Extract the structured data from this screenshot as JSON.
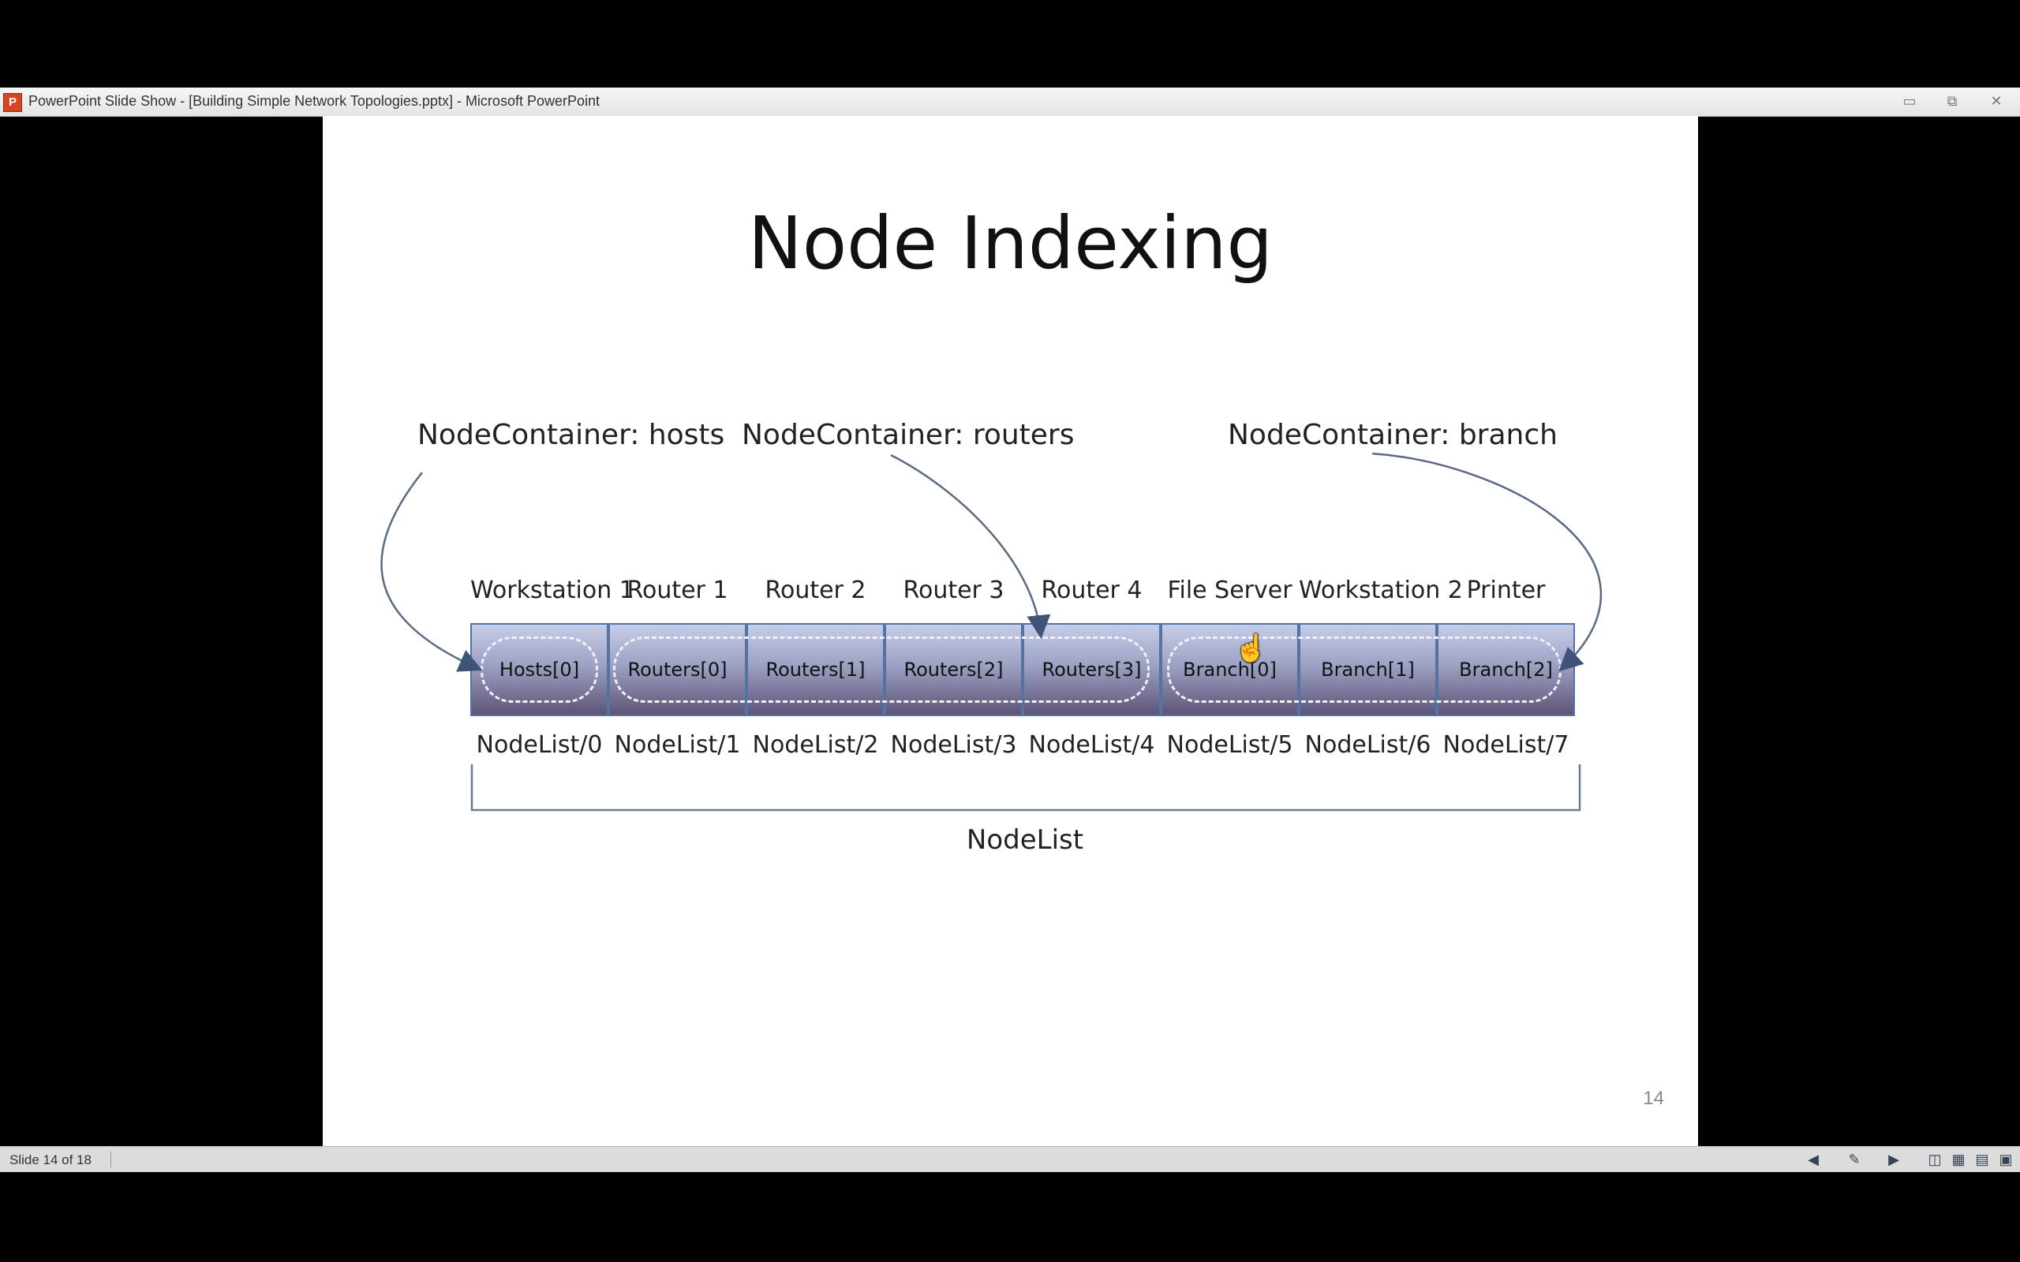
{
  "window": {
    "app_icon": "P",
    "title": "PowerPoint Slide Show - [Building Simple Network Topologies.pptx] - Microsoft PowerPoint",
    "controls": {
      "minimize": "minimize-icon",
      "restore": "restore-icon",
      "close": "close-icon"
    }
  },
  "slide": {
    "title": "Node Indexing",
    "containers": {
      "hosts": "NodeContainer: hosts",
      "routers": "NodeContainer: routers",
      "branch": "NodeContainer: branch"
    },
    "nodes": [
      {
        "name": "Workstation 1",
        "ref": "Hosts[0]",
        "index": "NodeList/0"
      },
      {
        "name": "Router 1",
        "ref": "Routers[0]",
        "index": "NodeList/1"
      },
      {
        "name": "Router 2",
        "ref": "Routers[1]",
        "index": "NodeList/2"
      },
      {
        "name": "Router 3",
        "ref": "Routers[2]",
        "index": "NodeList/3"
      },
      {
        "name": "Router 4",
        "ref": "Routers[3]",
        "index": "NodeList/4"
      },
      {
        "name": "File Server",
        "ref": "Branch[0]",
        "index": "NodeList/5"
      },
      {
        "name": "Workstation 2",
        "ref": "Branch[1]",
        "index": "NodeList/6"
      },
      {
        "name": "Printer",
        "ref": "Branch[2]",
        "index": "NodeList/7"
      }
    ],
    "nodelist_label": "NodeList",
    "page_number": "14",
    "colors": {
      "cell_top": "#c7cde8",
      "cell_bottom": "#5d5477",
      "cell_border": "#5472a3",
      "arrow": "#5a6a85"
    }
  },
  "statusbar": {
    "slide_info": "Slide 14 of 18",
    "icons": [
      "previous-arrow-icon",
      "notes-icon",
      "next-arrow-icon",
      "normal-view-icon",
      "slide-sorter-icon",
      "reading-view-icon",
      "slideshow-icon"
    ]
  }
}
